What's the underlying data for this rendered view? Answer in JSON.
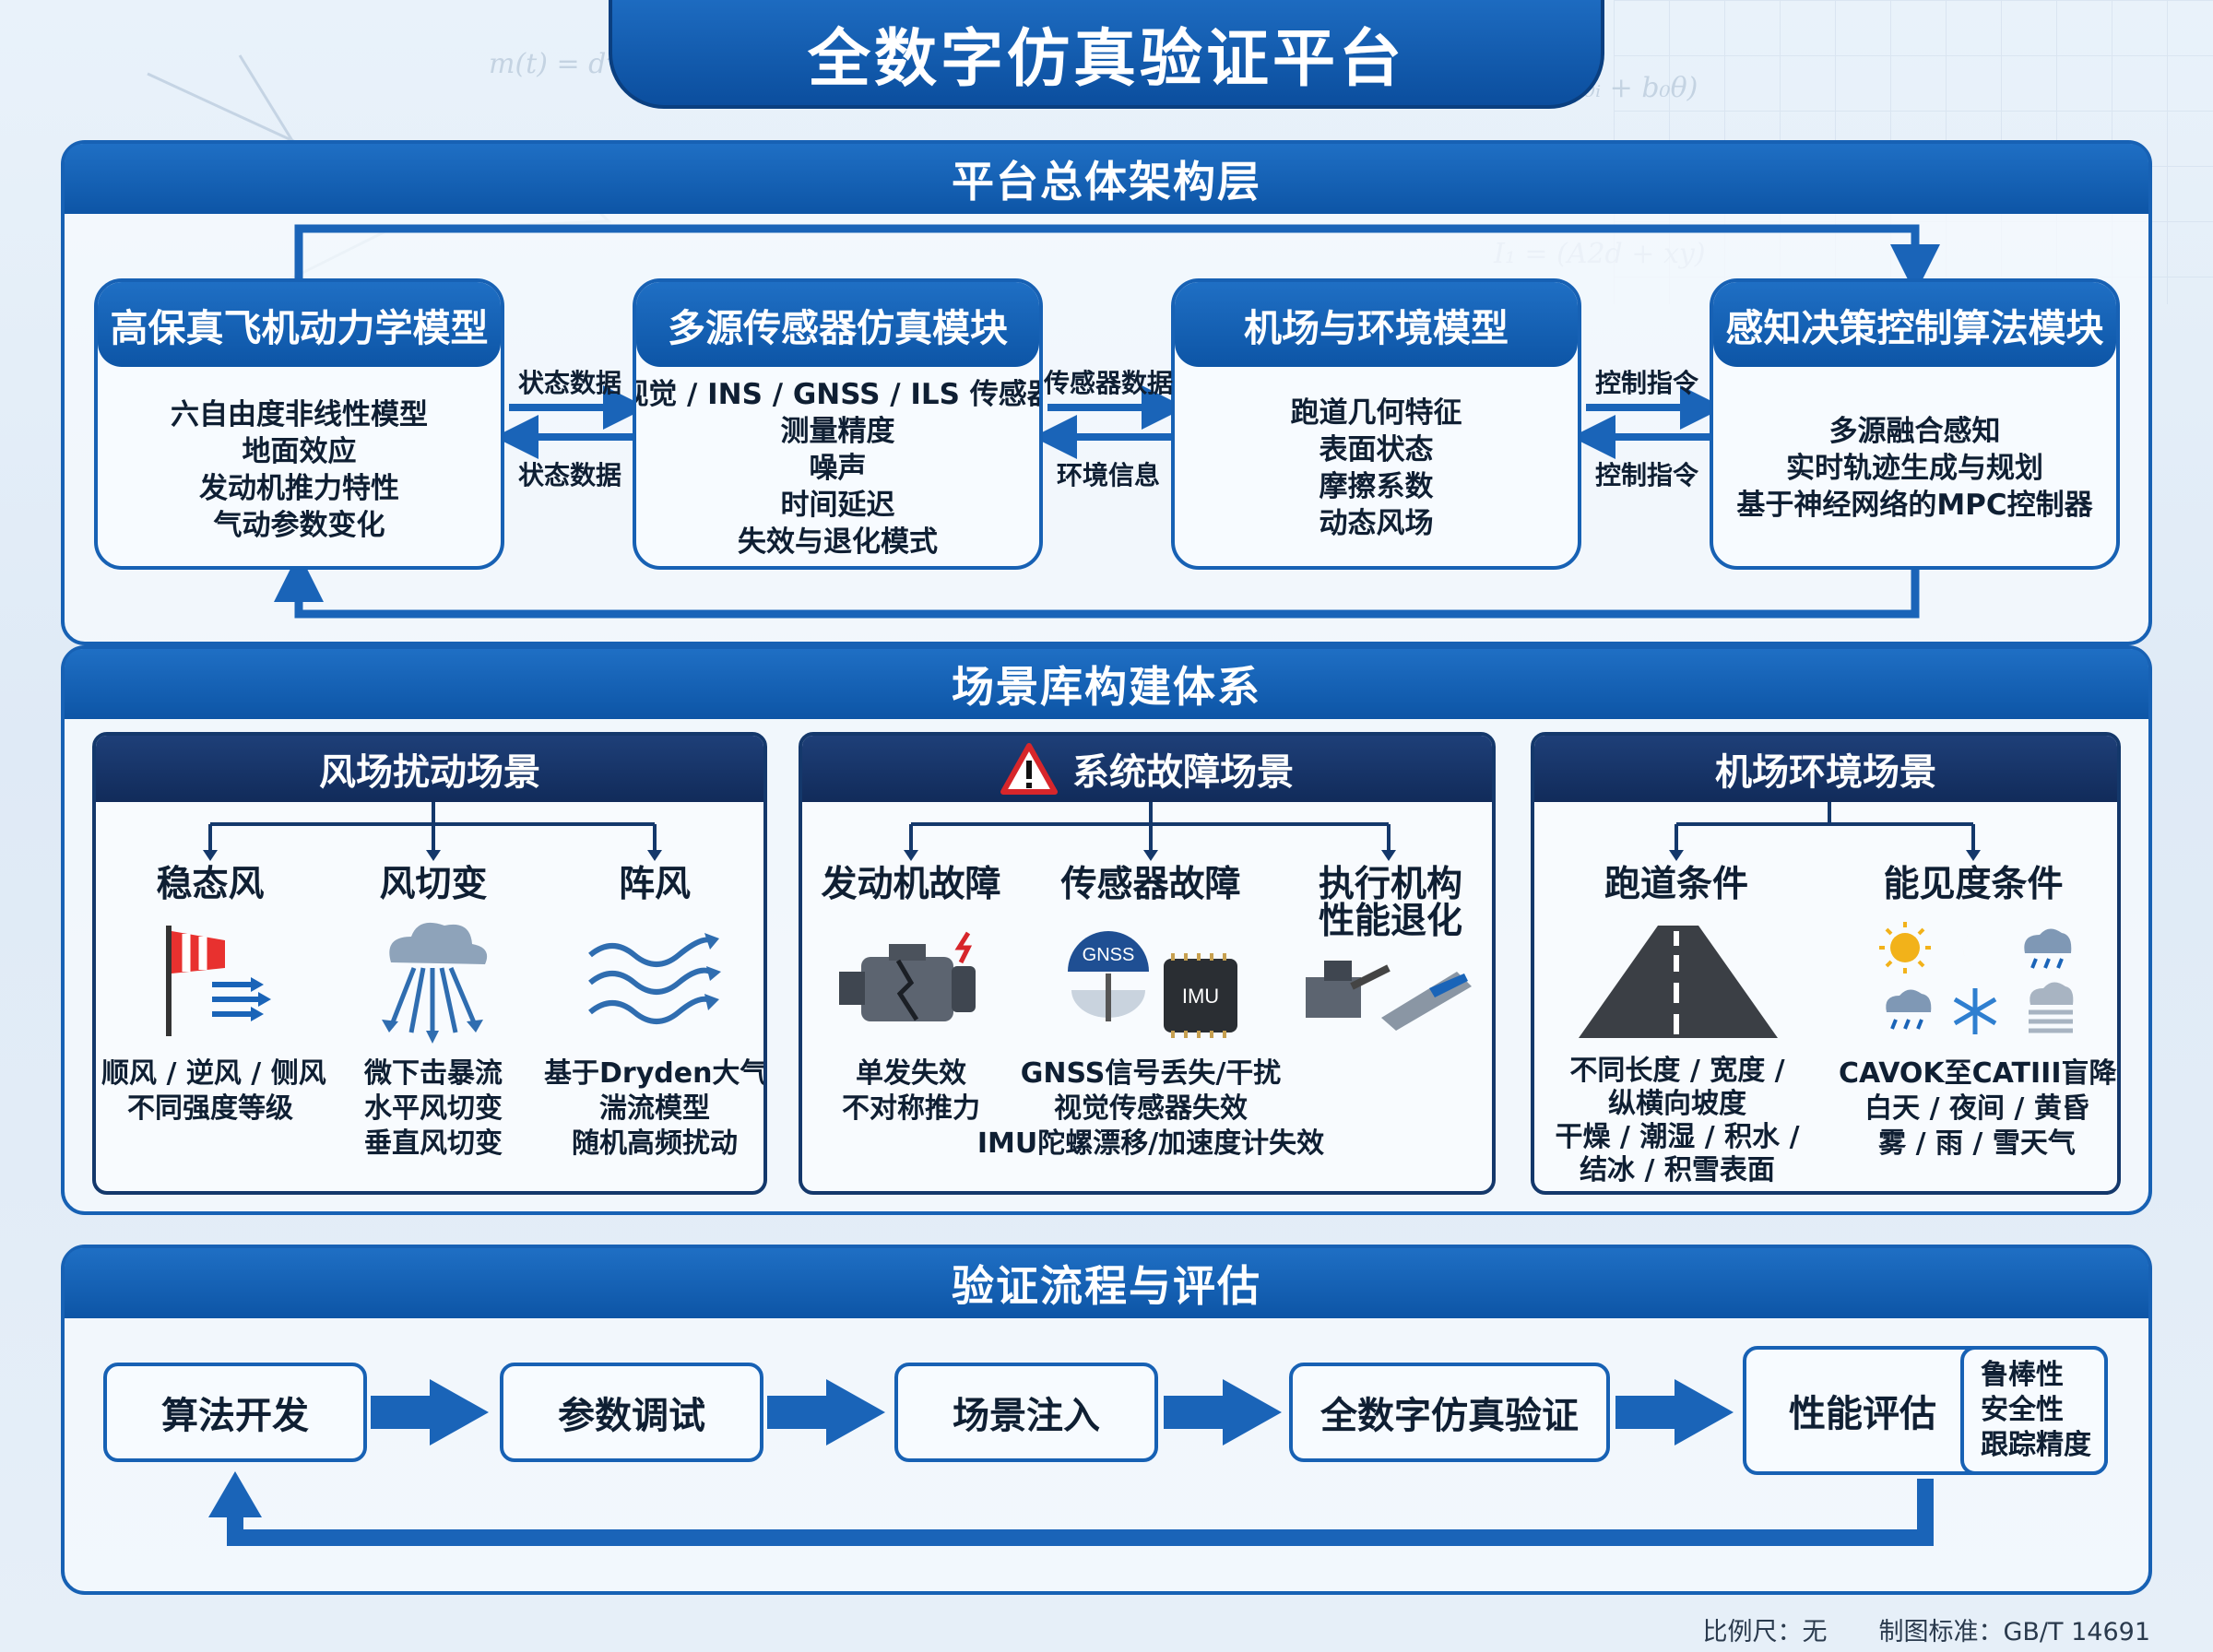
{
  "title": "全数字仿真验证平台",
  "colors": {
    "primary_blue": "#0d55a6",
    "dark_navy": "#112b5a",
    "arrow_blue": "#1a64b8",
    "warning_red": "#d7262b"
  },
  "architecture": {
    "section_title": "平台总体架构层",
    "modules": [
      {
        "title": "高保真飞机动力学模型",
        "items": [
          "六自由度非线性模型",
          "地面效应",
          "发动机推力特性",
          "气动参数变化"
        ]
      },
      {
        "title": "多源传感器仿真模块",
        "items": [
          "视觉 / INS / GNSS / ILS 传感器",
          "测量精度",
          "噪声",
          "时间延迟",
          "失效与退化模式"
        ]
      },
      {
        "title": "机场与环境模型",
        "items": [
          "跑道几何特征",
          "表面状态",
          "摩擦系数",
          "动态风场"
        ]
      },
      {
        "title": "感知决策控制算法模块",
        "items": [
          "多源融合感知",
          "实时轨迹生成与规划",
          "基于神经网络的MPC控制器"
        ]
      }
    ],
    "arrow_labels": [
      {
        "forward": "状态数据",
        "backward": "状态数据"
      },
      {
        "forward": "传感器数据",
        "backward": "环境信息"
      },
      {
        "forward": "控制指令",
        "backward": "控制指令"
      }
    ]
  },
  "scenarios": {
    "section_title": "场景库构建体系",
    "wind": {
      "title": "风场扰动场景",
      "items": [
        {
          "name": "稳态风",
          "icon": "windsock-icon",
          "desc": [
            "顺风 / 逆风 / 侧风",
            "不同强度等级"
          ]
        },
        {
          "name": "风切变",
          "icon": "downburst-cloud-icon",
          "desc": [
            "微下击暴流",
            "水平风切变",
            "垂直风切变"
          ]
        },
        {
          "name": "阵风",
          "icon": "gust-icon",
          "desc": [
            "基于Dryden大气",
            "湍流模型",
            "随机高频扰动"
          ]
        }
      ]
    },
    "fault": {
      "title": "系统故障场景",
      "items": [
        {
          "name": "发动机故障",
          "icon": "broken-engine-icon",
          "desc": [
            "单发失效",
            "不对称推力"
          ]
        },
        {
          "name": "传感器故障",
          "icon": "gnss-imu-icon",
          "desc": [
            "GNSS信号丢失/干扰",
            "视觉传感器失效",
            "IMU陀螺漂移/加速度计失效"
          ]
        },
        {
          "name": "执行机构\n性能退化",
          "icon": "actuator-icon",
          "desc": []
        }
      ],
      "gnss_label": "GNSS",
      "imu_label": "IMU"
    },
    "airport": {
      "title": "机场环境场景",
      "items": [
        {
          "name": "跑道条件",
          "icon": "runway-icon",
          "desc": [
            "不同长度 / 宽度 /",
            "纵横向坡度",
            "干燥 / 潮湿 / 积水 /",
            "结冰 / 积雪表面"
          ]
        },
        {
          "name": "能见度条件",
          "icon": "weather-icons",
          "desc": [
            "CAVOK至CATIII盲降",
            "白天 / 夜间 / 黄昏",
            "雾 / 雨 / 雪天气"
          ]
        }
      ]
    }
  },
  "validation": {
    "section_title": "验证流程与评估",
    "steps": [
      "算法开发",
      "参数调试",
      "场景注入",
      "全数字仿真验证",
      "性能评估"
    ],
    "metrics": [
      "鲁棒性",
      "安全性",
      "跟踪精度"
    ]
  },
  "footer": {
    "scale": "比例尺：无",
    "standard": "制图标准：GB/T 14691"
  }
}
